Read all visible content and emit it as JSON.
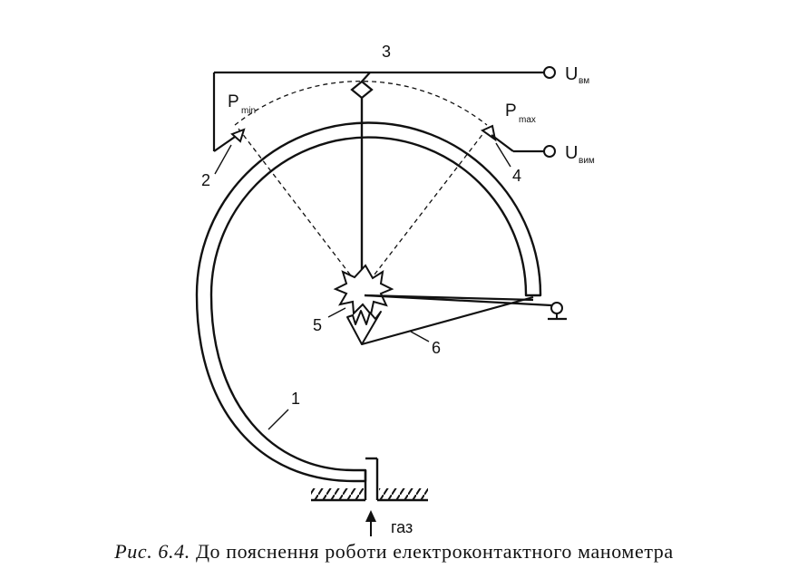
{
  "labels": {
    "n1": "1",
    "n2": "2",
    "n3": "3",
    "n4": "4",
    "n5": "5",
    "n6": "6",
    "p_min": "P",
    "p_min_sub": "min",
    "p_max": "P",
    "p_max_sub": "max",
    "u_vm": "U",
    "u_vm_sub": "вм",
    "u_vim": "U",
    "u_vim_sub": "вим",
    "gas": "газ"
  },
  "caption": {
    "figure": "Рис. 6.4.",
    "text": "До пояснення роботи електроконтактного манометра"
  }
}
